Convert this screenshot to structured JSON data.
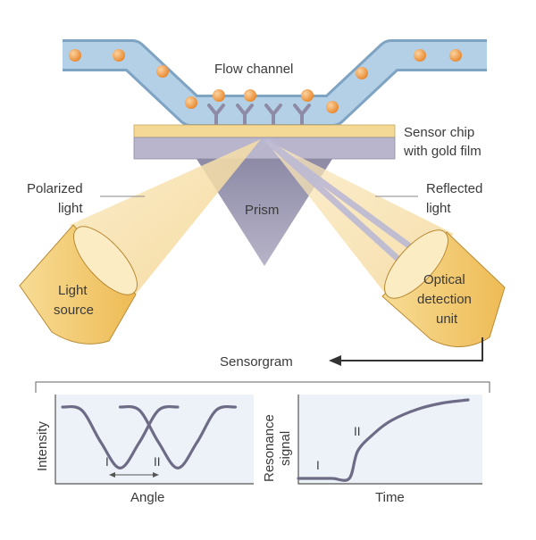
{
  "labels": {
    "flow_channel": "Flow channel",
    "sensor_chip_line1": "Sensor chip",
    "sensor_chip_line2": "with gold film",
    "polarized_line1": "Polarized",
    "polarized_line2": "light",
    "reflected_line1": "Reflected",
    "reflected_line2": "light",
    "prism": "Prism",
    "light_source_line1": "Light",
    "light_source_line2": "source",
    "detector_line1": "Optical",
    "detector_line2": "detection",
    "detector_line3": "unit",
    "sensorgram": "Sensorgram"
  },
  "colors": {
    "channel": "#a9c6de",
    "channel_edge": "#7fa3c3",
    "particle": "#ef9a3e",
    "gold_film": "#f3d896",
    "chip": "#b8b5cc",
    "prism": "#9e9bb4",
    "beam": "#f6dca0",
    "reflected_beam": "#c9c6dc",
    "cylinder": "#f4cf7c",
    "graph_bg": "#edf2f8",
    "curve": "#6e6b86"
  },
  "chart_data": [
    {
      "type": "line",
      "xlabel": "Angle",
      "ylabel": "Intensity",
      "annotations": [
        "I",
        "II"
      ],
      "series": [
        {
          "x": [
            0,
            0.1,
            0.2,
            0.3,
            0.4,
            0.5,
            0.6
          ],
          "values": [
            1.0,
            0.95,
            0.45,
            0.05,
            0.45,
            0.95,
            1.0
          ]
        },
        {
          "x": [
            0.3,
            0.4,
            0.5,
            0.6,
            0.7,
            0.8,
            0.9
          ],
          "values": [
            1.0,
            0.95,
            0.45,
            0.05,
            0.45,
            0.95,
            1.0
          ]
        }
      ]
    },
    {
      "type": "line",
      "xlabel": "Time",
      "ylabel_line1": "Resonance",
      "ylabel_line2": "signal",
      "annotations": [
        "I",
        "II"
      ],
      "series": [
        {
          "x": [
            0,
            0.1,
            0.2,
            0.3,
            0.35,
            0.45,
            0.55,
            0.7,
            0.85,
            1.0
          ],
          "values": [
            0,
            0,
            0,
            0,
            0.35,
            0.58,
            0.74,
            0.88,
            0.96,
            1.0
          ]
        }
      ]
    }
  ]
}
